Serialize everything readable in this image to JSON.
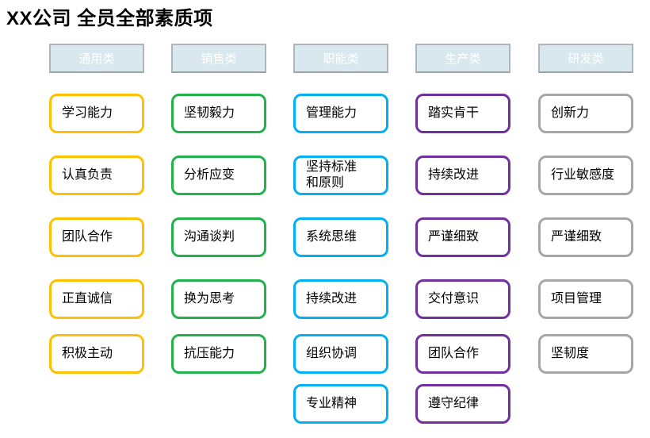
{
  "title": "XX公司 全员全部素质项",
  "category_header_style": {
    "fill_color": "#d9e8ee",
    "border_color": "#afb6ba",
    "text_color": "#ffffff"
  },
  "columns": [
    {
      "header": "通用类",
      "accent_color": "#FFC000",
      "items": [
        "学习能力",
        "认真负责",
        "团队合作",
        "正直诚信",
        "积极主动"
      ]
    },
    {
      "header": "销售类",
      "accent_color": "#22B24C",
      "items": [
        "坚韧毅力",
        "分析应变",
        "沟通谈判",
        "换为思考",
        "抗压能力"
      ]
    },
    {
      "header": "职能类",
      "accent_color": "#00B0F0",
      "items": [
        "管理能力",
        "坚持标准\n和原则",
        "系统思维",
        "持续改进",
        "组织协调",
        "专业精神"
      ]
    },
    {
      "header": "生产类",
      "accent_color": "#7030A0",
      "items": [
        "踏实肯干",
        "持续改进",
        "严谨细致",
        "交付意识",
        "团队合作",
        "遵守纪律"
      ]
    },
    {
      "header": "研发类",
      "accent_color": "#A6A6A6",
      "items": [
        "创新力",
        "行业敏感度",
        "严谨细致",
        "项目管理",
        "坚韧度"
      ]
    }
  ]
}
